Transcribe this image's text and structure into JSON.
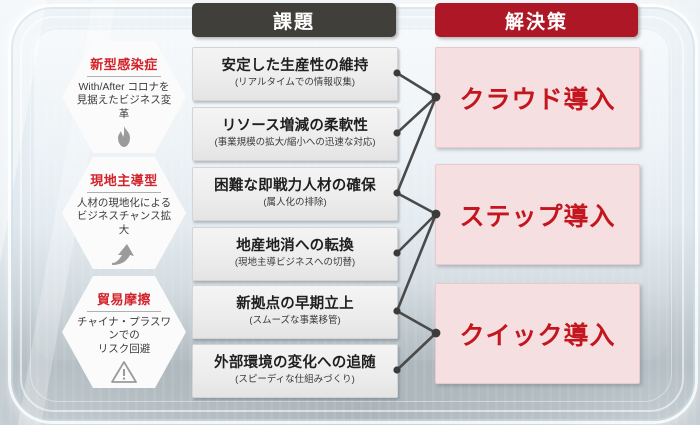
{
  "headers": {
    "issue": "課題",
    "solution": "解決策"
  },
  "categories": [
    {
      "title": "新型感染症",
      "desc_line1": "With/After コロナを",
      "desc_line2": "見据えたビジネス変革",
      "icon": "flame-icon"
    },
    {
      "title": "現地主導型",
      "desc_line1": "人材の現地化による",
      "desc_line2": "ビジネスチャンス拡大",
      "icon": "up-arrow-icon"
    },
    {
      "title": "貿易摩擦",
      "desc_line1": "チャイナ・プラスワンでの",
      "desc_line2": "リスク回避",
      "icon": "warning-triangle-icon"
    }
  ],
  "issues": [
    {
      "main": "安定した生産性の維持",
      "sub": "(リアルタイムでの情報収集)"
    },
    {
      "main": "リソース増減の柔軟性",
      "sub": "(事業規模の拡大/縮小への迅速な対応)"
    },
    {
      "main": "困難な即戦力人材の確保",
      "sub": "(属人化の排除)"
    },
    {
      "main": "地産地消への転換",
      "sub": "(現地主導ビジネスへの切替)"
    },
    {
      "main": "新拠点の早期立上",
      "sub": "(スムーズな事業移管)"
    },
    {
      "main": "外部環境の変化への追随",
      "sub": "(スピーディな仕組みづくり)"
    }
  ],
  "solutions": [
    {
      "label": "クラウド導入"
    },
    {
      "label": "ステップ導入"
    },
    {
      "label": "クイック導入"
    }
  ],
  "colors": {
    "issue_header_bg": "#403f39",
    "solution_header_bg": "#ae1726",
    "category_title": "#d2232a",
    "solution_text": "#c4161f",
    "solution_box_bg": "#f6dfe0",
    "connector": "#4a4a4a"
  },
  "connections": [
    {
      "from_issue": 0,
      "to_solution": 0
    },
    {
      "from_issue": 1,
      "to_solution": 0
    },
    {
      "from_issue": 2,
      "to_solution": 0
    },
    {
      "from_issue": 2,
      "to_solution": 1
    },
    {
      "from_issue": 3,
      "to_solution": 1
    },
    {
      "from_issue": 4,
      "to_solution": 1
    },
    {
      "from_issue": 4,
      "to_solution": 2
    },
    {
      "from_issue": 5,
      "to_solution": 2
    }
  ]
}
